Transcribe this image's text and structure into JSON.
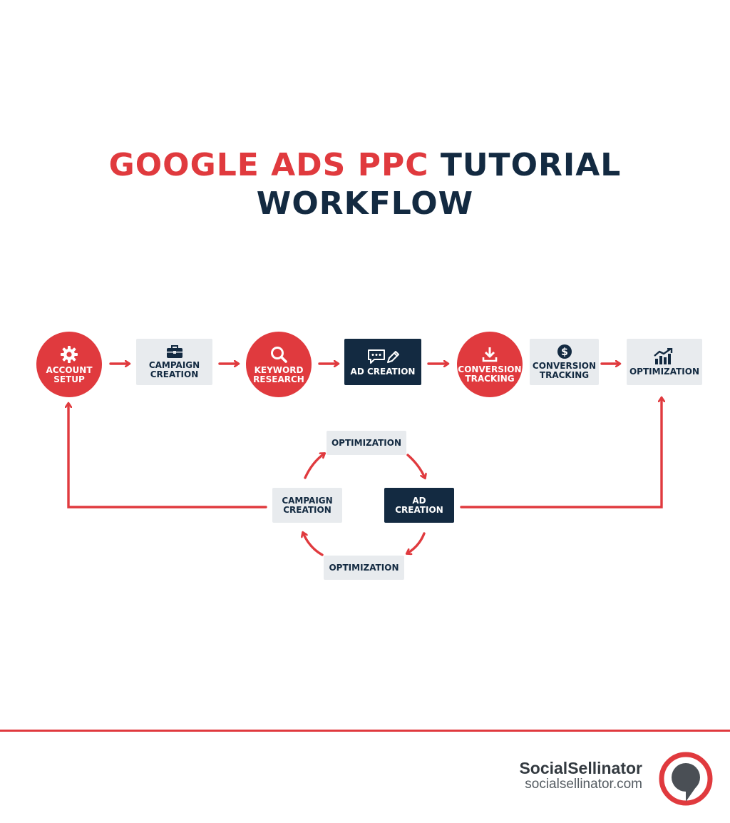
{
  "title": {
    "accent_part": "GOOGLE ADS PPC",
    "rest_part": "TUTORIAL",
    "line2": "WORKFLOW"
  },
  "colors": {
    "accent": "#e03a3e",
    "navy": "#132a41",
    "light_box": "#e8ebee"
  },
  "top_row": [
    {
      "label_1": "ACCOUNT",
      "label_2": "SETUP",
      "icon": "gear-icon"
    },
    {
      "label_1": "CAMPAIGN",
      "label_2": "CREATION",
      "icon": "briefcase-icon"
    },
    {
      "label_1": "KEYWORD",
      "label_2": "RESEARCH",
      "icon": "magnifier-icon"
    },
    {
      "label_1": "AD CREATION",
      "icon": "chat-pencil-icon"
    },
    {
      "label_1": "CONVERSION",
      "label_2": "TRACKING",
      "icon": "download-icon"
    },
    {
      "label_1": "CONVERSION",
      "label_2": "TRACKING",
      "icon": "dollar-icon"
    },
    {
      "label_1": "OPTIMIZATION",
      "icon": "growth-chart-icon"
    }
  ],
  "cycle": {
    "top": {
      "label_1": "OPTIMIZATION"
    },
    "left": {
      "label_1": "CAMPAIGN",
      "label_2": "CREATION"
    },
    "right": {
      "label_1": "AD",
      "label_2": "CREATION"
    },
    "bottom": {
      "label_1": "OPTIMIZATION"
    }
  },
  "footer": {
    "brand_name": "SocialSellinator",
    "brand_url": "socialsellinator.com",
    "logo_icon": "speech-bubble-logo-icon"
  }
}
